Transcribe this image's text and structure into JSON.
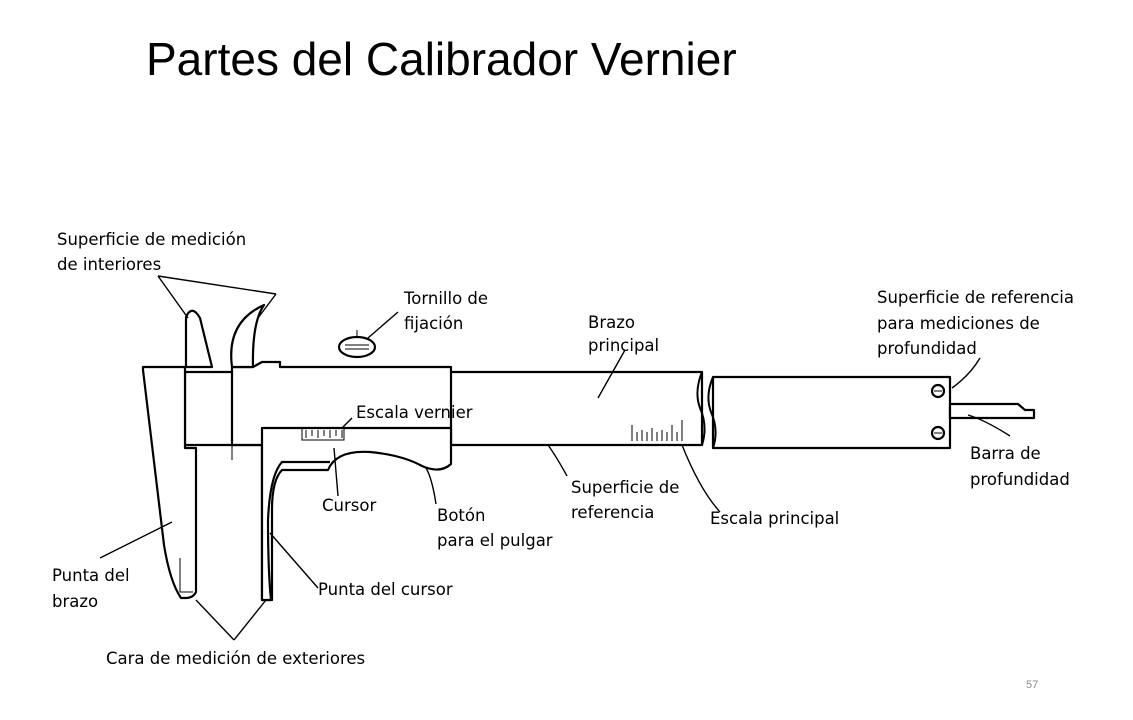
{
  "slide": {
    "title": "Partes del Calibrador Vernier",
    "page_number": "57"
  },
  "labels": {
    "sup_med_int_1": "Superficie de medición",
    "sup_med_int_2": "de interiores",
    "tornillo_1": "Tornillo de",
    "tornillo_2": "fijación",
    "brazo_1": "Brazo",
    "brazo_2": "principal",
    "sup_ref_1": "Superficie de referencia",
    "sup_ref_2": "para mediciones de",
    "sup_ref_3": "profundidad",
    "escala_vernier": "Escala vernier",
    "barra_1": "Barra de",
    "barra_2": "profundidad",
    "cursor": "Cursor",
    "boton_1": "Botón",
    "boton_2": "para el pulgar",
    "superficie_1": "Superficie de",
    "superficie_2": "referencia",
    "escala_principal": "Escala principal",
    "punta_brazo_1": "Punta del",
    "punta_brazo_2": "brazo",
    "punta_cursor": "Punta del cursor",
    "cara_exteriores": "Cara de medición de exteriores"
  }
}
